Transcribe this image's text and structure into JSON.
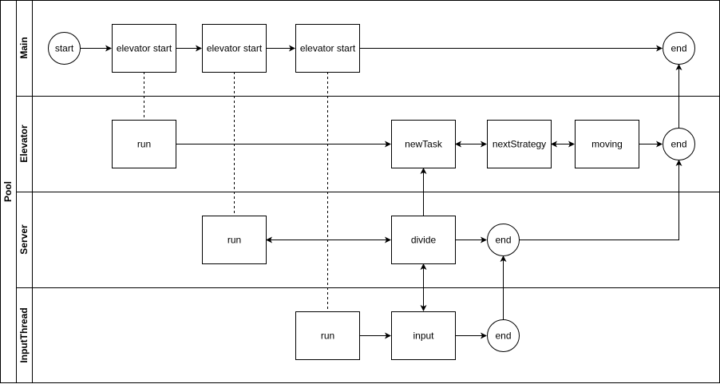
{
  "pool": {
    "title": "Pool"
  },
  "lanes": [
    {
      "id": "main",
      "label": "Main"
    },
    {
      "id": "elevator",
      "label": "Elevator"
    },
    {
      "id": "server",
      "label": "Server"
    },
    {
      "id": "input",
      "label": "InputThread"
    }
  ],
  "nodes": {
    "main_start": {
      "label": "start",
      "shape": "circle"
    },
    "main_es1": {
      "label": "elevator start",
      "shape": "rect"
    },
    "main_es2": {
      "label": "elevator start",
      "shape": "rect"
    },
    "main_es3": {
      "label": "elevator start",
      "shape": "rect"
    },
    "main_end": {
      "label": "end",
      "shape": "circle"
    },
    "elev_run": {
      "label": "run",
      "shape": "rect"
    },
    "elev_newtask": {
      "label": "newTask",
      "shape": "rect"
    },
    "elev_nextstrategy": {
      "label": "nextStrategy",
      "shape": "rect"
    },
    "elev_moving": {
      "label": "moving",
      "shape": "rect"
    },
    "elev_end": {
      "label": "end",
      "shape": "circle"
    },
    "server_run": {
      "label": "run",
      "shape": "rect"
    },
    "server_divide": {
      "label": "divide",
      "shape": "rect"
    },
    "server_end": {
      "label": "end",
      "shape": "circle"
    },
    "input_run": {
      "label": "run",
      "shape": "rect"
    },
    "input_input": {
      "label": "input",
      "shape": "rect"
    },
    "input_end": {
      "label": "end",
      "shape": "circle"
    }
  },
  "edges": [
    {
      "from": "main_start",
      "to": "main_es1",
      "style": "arrow"
    },
    {
      "from": "main_es1",
      "to": "main_es2",
      "style": "arrow"
    },
    {
      "from": "main_es2",
      "to": "main_es3",
      "style": "arrow"
    },
    {
      "from": "main_es3",
      "to": "main_end",
      "style": "arrow"
    },
    {
      "from": "main_es1",
      "to": "elev_run",
      "style": "dashed"
    },
    {
      "from": "main_es2",
      "to": "server_run",
      "style": "dashed"
    },
    {
      "from": "main_es3",
      "to": "input_run",
      "style": "dashed"
    },
    {
      "from": "elev_run",
      "to": "elev_newtask",
      "style": "arrow"
    },
    {
      "from": "elev_newtask",
      "to": "elev_nextstrategy",
      "style": "bidirectional"
    },
    {
      "from": "elev_nextstrategy",
      "to": "elev_moving",
      "style": "bidirectional"
    },
    {
      "from": "elev_moving",
      "to": "elev_end",
      "style": "arrow"
    },
    {
      "from": "elev_end",
      "to": "main_end",
      "style": "arrow"
    },
    {
      "from": "server_run",
      "to": "server_divide",
      "style": "bidirectional"
    },
    {
      "from": "server_divide",
      "to": "elev_newtask",
      "style": "arrow"
    },
    {
      "from": "server_divide",
      "to": "server_end",
      "style": "arrow"
    },
    {
      "from": "server_end",
      "to": "elev_end",
      "style": "arrow-elbow"
    },
    {
      "from": "server_divide",
      "to": "input_input",
      "style": "bidirectional"
    },
    {
      "from": "input_run",
      "to": "input_input",
      "style": "arrow"
    },
    {
      "from": "input_input",
      "to": "input_end",
      "style": "arrow"
    },
    {
      "from": "input_end",
      "to": "server_end",
      "style": "arrow"
    }
  ],
  "colors": {
    "stroke": "#000000",
    "fill": "#ffffff"
  }
}
